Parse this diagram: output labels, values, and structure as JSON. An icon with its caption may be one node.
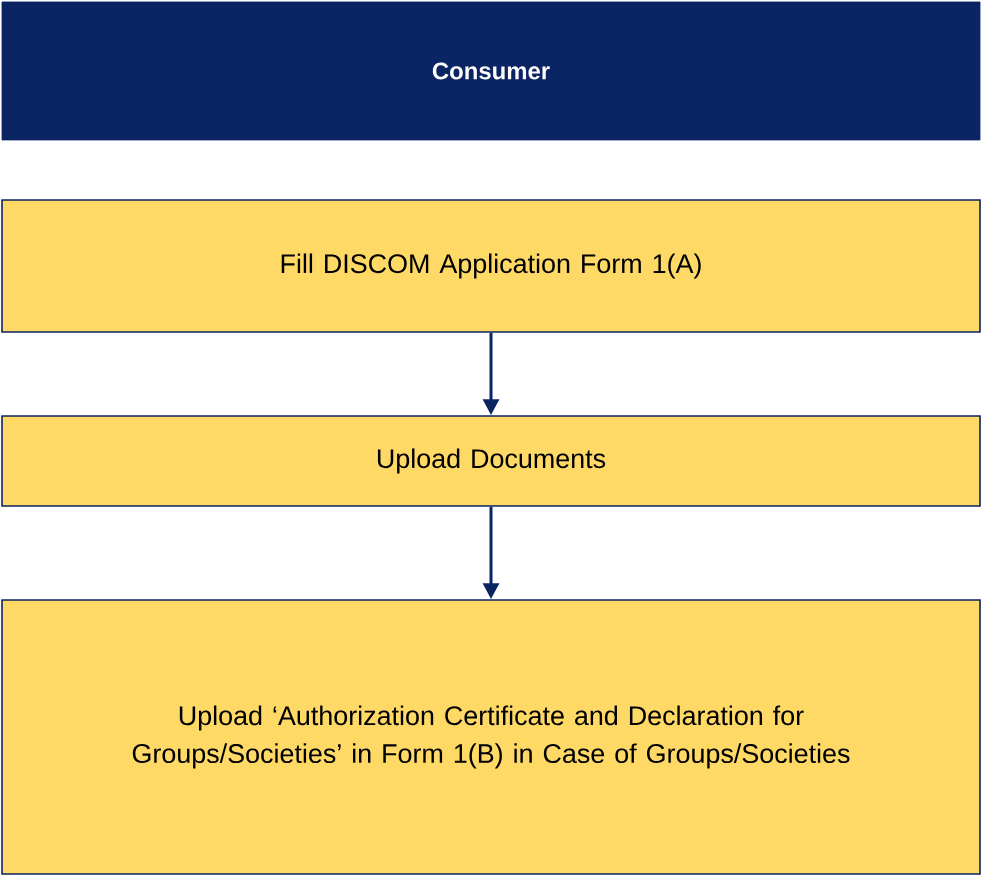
{
  "diagram": {
    "nodes": [
      {
        "text": [
          "Consumer"
        ]
      },
      {
        "text": [
          "Fill DISCOM Application Form 1(A)"
        ]
      },
      {
        "text": [
          "Upload Documents"
        ]
      },
      {
        "text": [
          "Upload ‘Authorization Certificate and Declaration for Groups/Societies’ in Form 1(B) in Case of Groups/Societies"
        ]
      }
    ],
    "edges": [
      {
        "from": 1,
        "to": 2,
        "arrow": "to"
      },
      {
        "from": 2,
        "to": 3,
        "arrow": "to"
      }
    ]
  }
}
